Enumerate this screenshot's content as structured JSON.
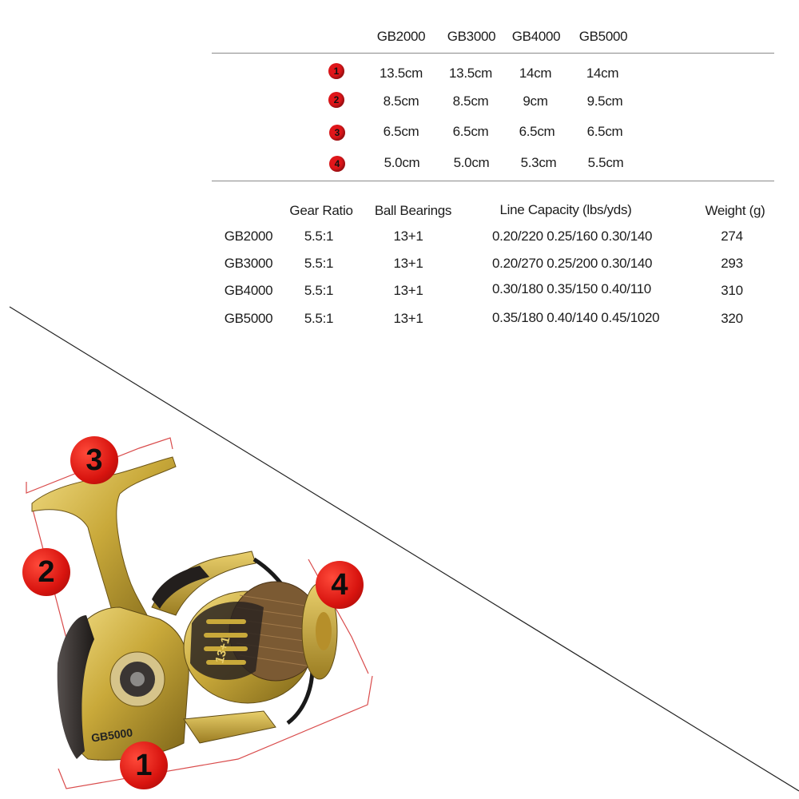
{
  "dimension_table": {
    "models": [
      "GB2000",
      "GB3000",
      "GB4000",
      "GB5000"
    ],
    "rows": [
      {
        "marker": "1",
        "values": [
          "13.5cm",
          "13.5cm",
          "14cm",
          "14cm"
        ]
      },
      {
        "marker": "2",
        "values": [
          "8.5cm",
          "8.5cm",
          "9cm",
          "9.5cm"
        ]
      },
      {
        "marker": "3",
        "values": [
          "6.5cm",
          "6.5cm",
          "6.5cm",
          "6.5cm"
        ]
      },
      {
        "marker": "4",
        "values": [
          "5.0cm",
          "5.0cm",
          "5.3cm",
          "5.5cm"
        ]
      }
    ]
  },
  "spec_table": {
    "headers": [
      "Gear Ratio",
      "Ball Bearings",
      "Line Capacity (lbs/yds)",
      "Weight (g)"
    ],
    "rows": [
      {
        "model": "GB2000",
        "gear_ratio": "5.5:1",
        "ball_bearings": "13+1",
        "line_capacity": "0.20/220 0.25/160 0.30/140",
        "weight": "274"
      },
      {
        "model": "GB3000",
        "gear_ratio": "5.5:1",
        "ball_bearings": "13+1",
        "line_capacity": "0.20/270 0.25/200 0.30/140",
        "weight": "293"
      },
      {
        "model": "GB4000",
        "gear_ratio": "5.5:1",
        "ball_bearings": "13+1",
        "line_capacity": "0.30/180 0.35/150 0.40/110",
        "weight": "310"
      },
      {
        "model": "GB5000",
        "gear_ratio": "5.5:1",
        "ball_bearings": "13+1",
        "line_capacity": "0.35/180 0.40/140 0.45/1020",
        "weight": "320"
      }
    ]
  },
  "illustration": {
    "markers": [
      "1",
      "2",
      "3",
      "4"
    ],
    "reel_label": "GB5000",
    "spool_label": "13+1",
    "colors": {
      "reel_gold": "#c9a93a",
      "reel_dark": "#2a2522",
      "marker_red": "#e0161a"
    }
  }
}
